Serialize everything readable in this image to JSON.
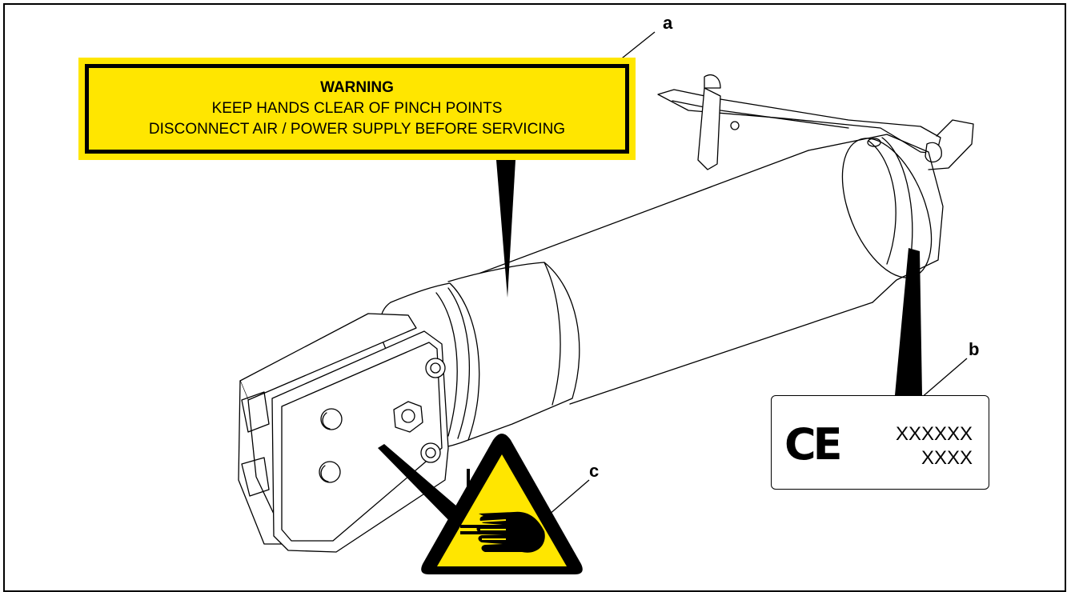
{
  "labels": {
    "a": "a",
    "b": "b",
    "c": "c"
  },
  "warning_label": {
    "line1": "WARNING",
    "line2": "KEEP HANDS CLEAR OF PINCH POINTS",
    "line3": "DISCONNECT AIR / POWER SUPPLY BEFORE SERVICING",
    "color": "#ffe600"
  },
  "ce_plate": {
    "mark": "CE",
    "serial_line1": "XXXXXX",
    "serial_line2": "XXXX"
  },
  "pictogram": {
    "icon": "hand-crush-warning-icon",
    "color": "#ffe600"
  }
}
